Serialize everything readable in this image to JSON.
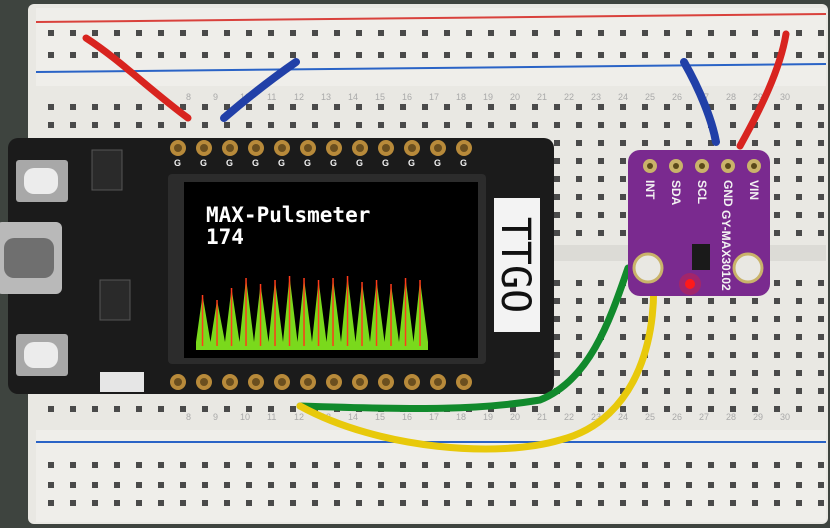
{
  "display": {
    "title": "MAX-Pulsmeter",
    "bpm": "174",
    "waveform_color": "#7ad91c",
    "peak_marker_color": "#ff3b1a",
    "background_color": "#000000"
  },
  "board": {
    "label": "TTGO",
    "top_pins": [
      "G",
      "G",
      "G",
      "G",
      "G",
      "G",
      "G",
      "G",
      "G",
      "G",
      "G",
      "G"
    ]
  },
  "sensor": {
    "model": "GY-MAX30102",
    "pins": [
      "VIN",
      "GND",
      "SCL",
      "SDA",
      "INT"
    ],
    "board_color": "#7a2a8f",
    "led_color": "#ff1a1a"
  },
  "wires": {
    "colors": [
      "red",
      "blue",
      "blue",
      "red",
      "green",
      "yellow"
    ]
  },
  "breadboard": {
    "column_numbers": [
      "8",
      "9",
      "10",
      "11",
      "12",
      "13",
      "14",
      "15",
      "16",
      "17",
      "18",
      "19",
      "20",
      "21",
      "22",
      "23",
      "24",
      "25",
      "26",
      "27",
      "28",
      "29",
      "30"
    ]
  }
}
